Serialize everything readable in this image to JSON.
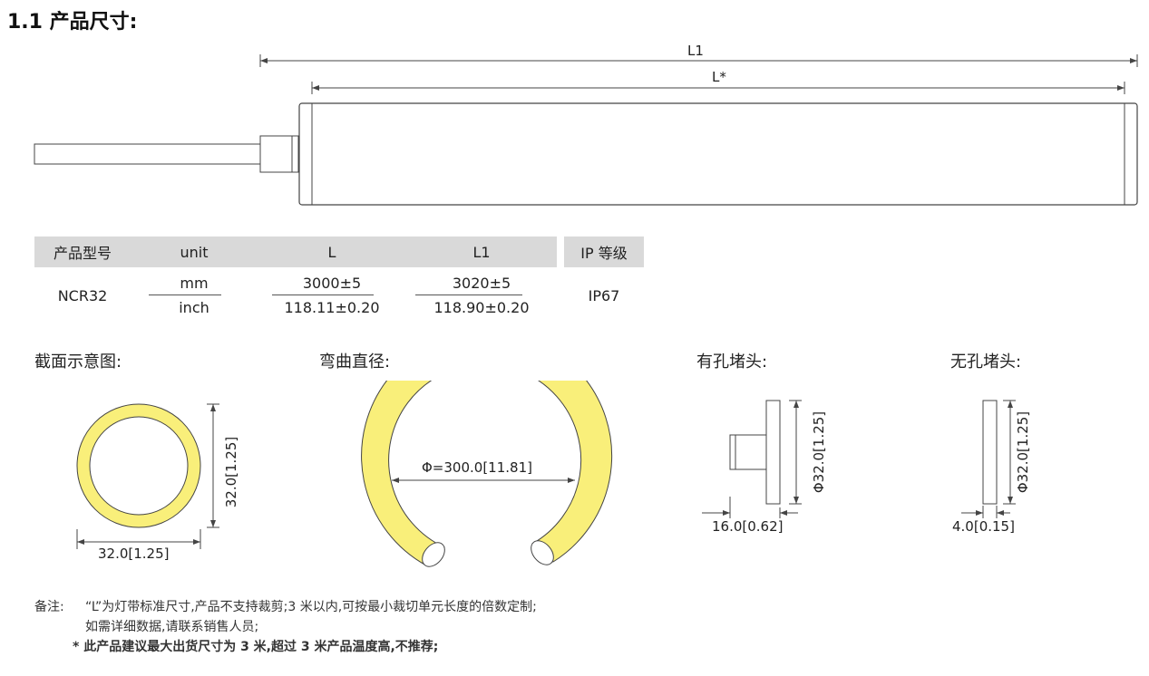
{
  "section_title": "1.1 产品尺寸:",
  "dimensions": {
    "overall": "L1",
    "body": "L*"
  },
  "table": {
    "headers": [
      "产品型号",
      "unit",
      "L",
      "L1",
      "IP 等级"
    ],
    "model": "NCR32",
    "unit_mm": "mm",
    "unit_inch": "inch",
    "L_mm": "3000±5",
    "L_inch": "118.11±0.20",
    "L1_mm": "3020±5",
    "L1_inch": "118.90±0.20",
    "ip": "IP67"
  },
  "diagrams": {
    "cross_section": {
      "title": "截面示意图:",
      "height_label": "32.0[1.25]",
      "width_label": "32.0[1.25]"
    },
    "bend": {
      "title": "弯曲直径:",
      "diameter_label": "Φ=300.0[11.81]"
    },
    "cap_hole": {
      "title": "有孔堵头:",
      "diameter_label": "Φ32.0[1.25]",
      "length_label": "16.0[0.62]"
    },
    "cap_solid": {
      "title": "无孔堵头:",
      "diameter_label": "Φ32.0[1.25]",
      "length_label": "4.0[0.15]"
    }
  },
  "notes": {
    "prefix": "备注:",
    "line1": "“L”为灯带标准尺寸,产品不支持裁剪;3 米以内,可按最小裁切单元长度的倍数定制;",
    "line2": "如需详细数据,请联系销售人员;",
    "line3": "* 此产品建议最大出货尺寸为 3 米,超过 3 米产品温度高,不推荐;"
  },
  "colors": {
    "tube_fill": "#f9ef7a",
    "tube_stroke": "#444444",
    "header_bg": "#d9d9d9"
  }
}
